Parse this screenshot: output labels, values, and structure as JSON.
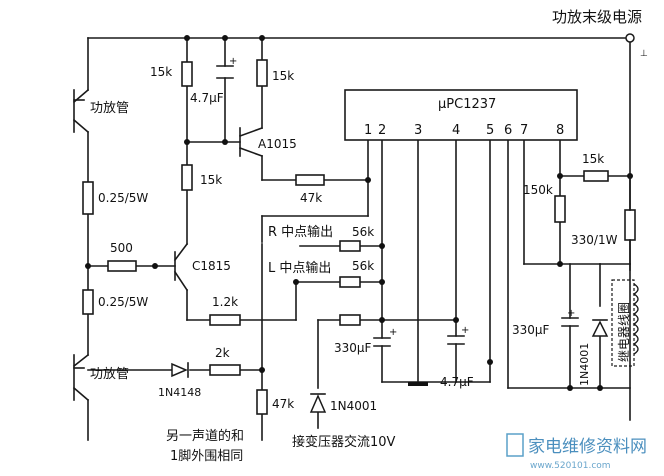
{
  "labels": {
    "power_supply": "功放末级电源",
    "ground_mark": "⊥",
    "ic": "μPC1237",
    "pin_1": "1",
    "pin_2": "2",
    "pin_3": "3",
    "pin_4": "4",
    "pin_5": "5",
    "pin_6": "6",
    "pin_7": "7",
    "pin_8": "8",
    "transistor_a1015": "A1015",
    "transistor_c1815": "C1815",
    "power_tube_top": "功放管",
    "power_tube_bottom": "功放管",
    "r_15k_left": "15k",
    "c_4_7uf_top": "4.7μF",
    "r_15k_mid": "15k",
    "r_15k_lower": "15k",
    "r_47k_mid": "47k",
    "r_0_25_top": "0.25/5W",
    "r_0_25_bottom": "0.25/5W",
    "r_500": "500",
    "r_1_2k": "1.2k",
    "r_2k": "2k",
    "diode_1n4148": "1N4148",
    "r_47k_bottom": "47k",
    "diode_1n4001_bottom": "1N4001",
    "r_mid_label": "R 中点输出",
    "l_mid_label": "L 中点输出",
    "r_56k_r": "56k",
    "r_56k_l": "56k",
    "c_330uf_mid": "330μF",
    "c_4_7uf_bottom": "4.7μF",
    "r_150k": "150k",
    "r_15k_right": "15k",
    "r_330_1w": "330/1W",
    "c_330uf_right": "330μF",
    "diode_1n4001_right": "1N4001",
    "relay_coil": "继电器线圈",
    "plus": "+",
    "note_line1": "另一声道的和",
    "note_line2": "1脚外围相同",
    "transformer_note": "接变压器交流10V",
    "watermark_cn": "家电维修资料网",
    "watermark_url": "www.520101.com"
  }
}
